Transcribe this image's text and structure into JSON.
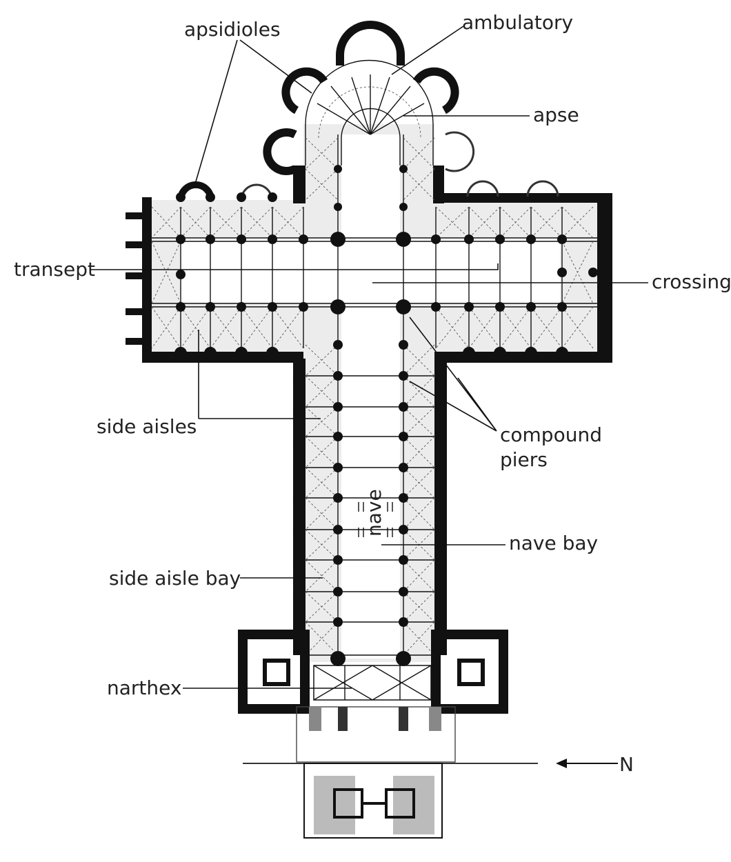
{
  "diagram": {
    "labels": {
      "apsidioles": "apsidioles",
      "ambulatory": "ambulatory",
      "apse": "apse",
      "transept": "transept",
      "crossing": "crossing",
      "side_aisles": "side aisles",
      "compound": "compound",
      "piers": "piers",
      "nave": "nave",
      "nave_bay": "nave bay",
      "side_aisle_bay": "side aisle bay",
      "narthex": "narthex",
      "north": "N"
    }
  },
  "colors": {
    "ink": "#111111",
    "paper": "#ffffff",
    "fill": "#ececec"
  }
}
